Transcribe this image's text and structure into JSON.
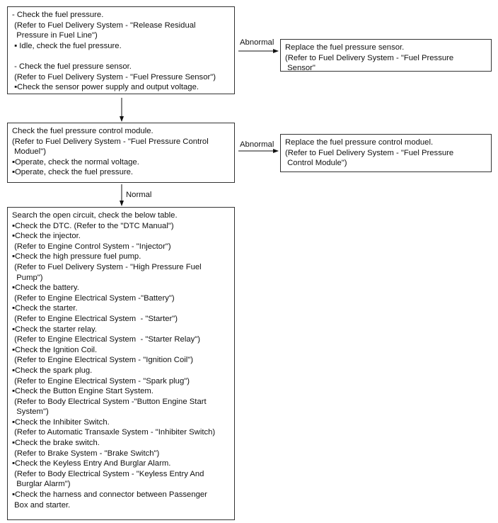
{
  "box1": {
    "lines": [
      "- Check the fuel pressure.",
      " (Refer to Fuel Delivery System - \"Release Residual",
      "  Pressure in Fuel Line\")",
      " ▪ Idle, check the fuel pressure.",
      "",
      " - Check the fuel pressure sensor.",
      " (Refer to Fuel Delivery System - \"Fuel Pressure Sensor\")",
      " ▪Check the sensor power supply and output voltage."
    ]
  },
  "box2": {
    "lines": [
      "Replace the fuel pressure sensor.",
      "(Refer to Fuel Delivery System - \"Fuel Pressure",
      " Sensor\""
    ]
  },
  "box3": {
    "lines": [
      "Check the fuel pressure control module.",
      "(Refer to Fuel Delivery System - \"Fuel Pressure Control",
      " Moduel\")",
      "▪Operate, check the normal voltage.",
      "▪Operate, check the fuel pressure."
    ]
  },
  "box4": {
    "lines": [
      "Replace the fuel pressure control moduel.",
      "(Refer to Fuel Delivery System - \"Fuel Pressure",
      " Control Module\")"
    ]
  },
  "box5": {
    "lines": [
      "Search the open circuit, check the below table.",
      "▪Check the DTC. (Refer to the \"DTC Manual\")",
      "▪Check the injector.",
      " (Refer to Engine Control System - \"Injector\")",
      "▪Check the high pressure fuel pump.",
      " (Refer to Fuel Delivery System - \"High Pressure Fuel",
      "  Pump\")",
      "▪Check the battery.",
      " (Refer to Engine Electrical System -\"Battery\")",
      "▪Check the starter.",
      " (Refer to Engine Electrical System  - \"Starter\")",
      "▪Check the starter relay.",
      " (Refer to Engine Electrical System  - \"Starter Relay\")",
      "▪Check the Ignition Coil.",
      " (Refer to Engine Electrical System - \"Ignition Coil\")",
      "▪Check the spark plug.",
      " (Refer to Engine Electrical System - \"Spark plug\")",
      "▪Check the Button Engine Start System.",
      " (Refer to Body Electrical System -\"Button Engine Start",
      "  System\")",
      "▪Check the Inhibiter Switch.",
      " (Refer to Automatic Transaxle System - \"Inhibiter Switch)",
      "▪Check the brake switch.",
      " (Refer to Brake System - \"Brake Switch\")",
      "▪Check the Keyless Entry And Burglar Alarm.",
      " (Refer to Body Electrical System - \"Keyless Entry And",
      "  Burglar Alarm\")",
      "▪Check the harness and connector between Passenger",
      " Box and starter."
    ]
  },
  "labels": {
    "abnormal1": "Abnormal",
    "abnormal2": "Abnormal",
    "normal": "Normal"
  }
}
